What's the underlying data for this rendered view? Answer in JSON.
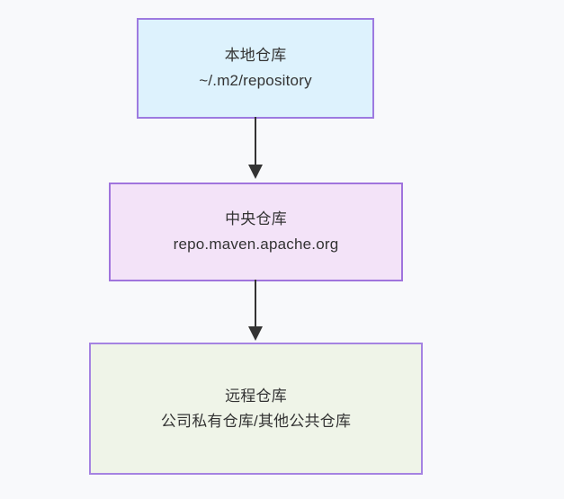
{
  "diagram": {
    "title": "Maven repository hierarchy flow",
    "background_color": "#f8f9fb",
    "text_color": "#333333",
    "nodes": [
      {
        "id": "local",
        "heading": "本地仓库",
        "detail": "~/.m2/repository",
        "fill_color": "#ddf2fd",
        "border_color": "#9d7ae0"
      },
      {
        "id": "central",
        "heading": "中央仓库",
        "detail": "repo.maven.apache.org",
        "fill_color": "#f3e3f8",
        "border_color": "#a074dd"
      },
      {
        "id": "remote",
        "heading": "远程仓库",
        "detail": "公司私有仓库/其他公共仓库",
        "fill_color": "#eff4e8",
        "border_color": "#a583e2"
      }
    ],
    "edges": [
      {
        "id": "local-to-central",
        "from": "local",
        "to": "central",
        "label": "",
        "color": "#333333",
        "arrowhead": "filled-triangle"
      },
      {
        "id": "central-to-remote",
        "from": "central",
        "to": "remote",
        "label": "",
        "color": "#333333",
        "arrowhead": "filled-triangle"
      }
    ]
  }
}
